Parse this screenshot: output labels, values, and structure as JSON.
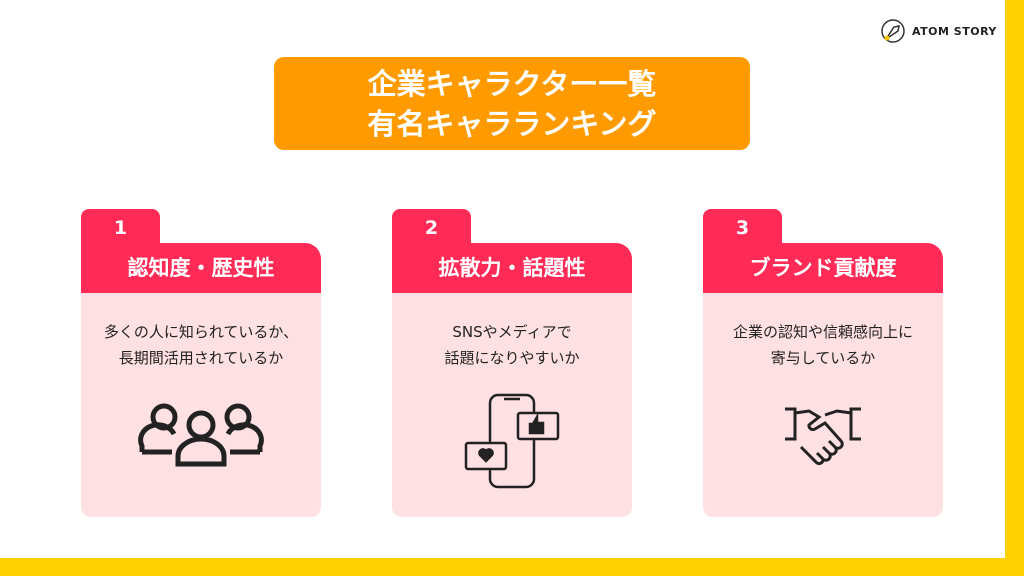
{
  "brand": {
    "name": "ATOM STORY"
  },
  "title": {
    "line1": "企業キャラクター一覧",
    "line2": "有名キャラランキング"
  },
  "cards": [
    {
      "number": "1",
      "heading": "認知度・歴史性",
      "desc1": "多くの人に知られているか、",
      "desc2": "長期間活用されているか",
      "icon": "people-icon"
    },
    {
      "number": "2",
      "heading": "拡散力・話題性",
      "desc1": "SNSやメディアで",
      "desc2": "話題になりやすいか",
      "icon": "smartphone-social-icon"
    },
    {
      "number": "3",
      "heading": "ブランド貢献度",
      "desc1": "企業の認知や信頼感向上に",
      "desc2": "寄与しているか",
      "icon": "handshake-icon"
    }
  ],
  "colors": {
    "accent": "#FF2A55",
    "title_bg": "#FF9A00",
    "card_bg": "#FFE0E3",
    "frame": "#FFD100"
  }
}
